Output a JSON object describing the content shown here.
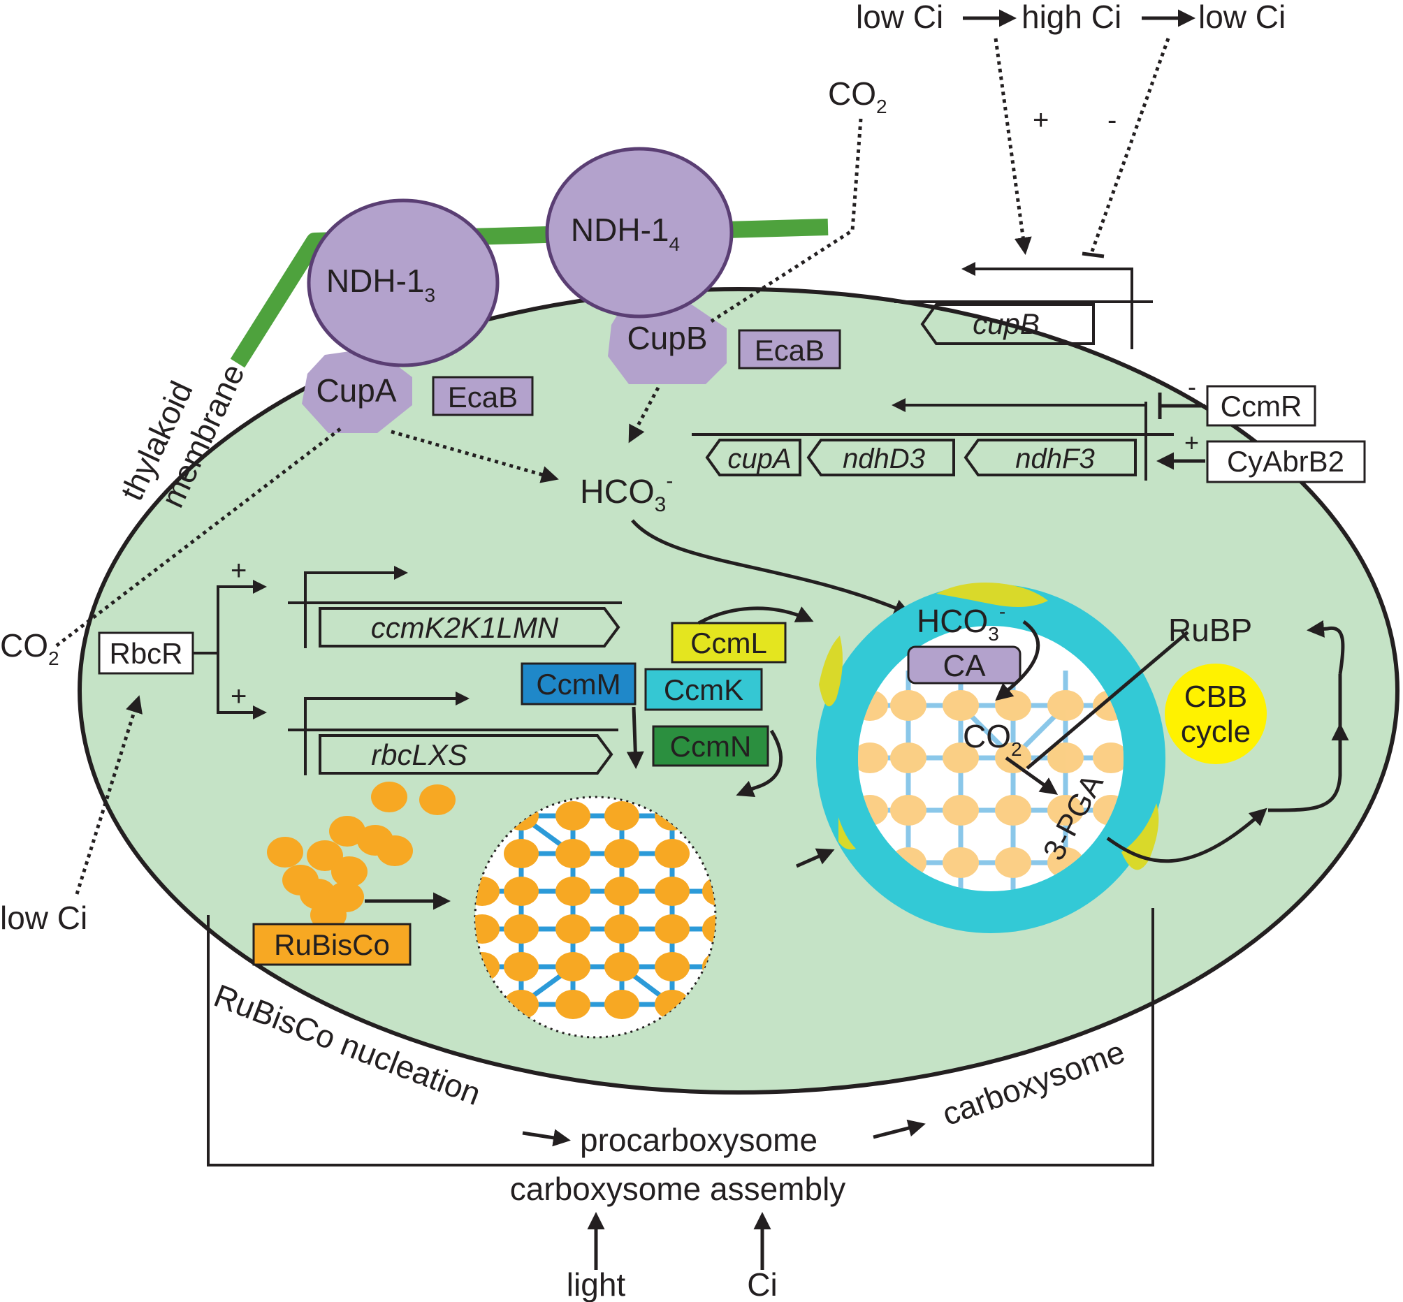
{
  "colors": {
    "cytoplasm": "#c5e3c6",
    "thylakoid": "#4ea23d",
    "ndh_complex": "#b3a2cc",
    "ndh_outline": "#5a3e73",
    "rubisco": "#f7a823",
    "rubisco_light": "#fbd9a0",
    "linker": "#2b9ad8",
    "shell_cyan": "#33c9d6",
    "shell_yellow": "#d9d92a",
    "ccmL": "#e4e51f",
    "ccmK": "#35c7d3",
    "ccmM": "#1f88c9",
    "ccmN": "#2b8f3f",
    "cbb": "#fff200"
  },
  "top_regulation": {
    "low_ci_1": "low Ci",
    "high_ci": "high Ci",
    "low_ci_2": "low Ci",
    "plus": "+",
    "minus": "-"
  },
  "membrane": {
    "line1": "thylakoid",
    "line2": "membrane"
  },
  "complexes": {
    "ndh13_base": "NDH-1",
    "ndh13_sub": "3",
    "ndh14_base": "NDH-1",
    "ndh14_sub": "4",
    "cupA": "CupA",
    "cupB": "CupB",
    "ecaB_1": "EcaB",
    "ecaB_2": "EcaB"
  },
  "molecules": {
    "co2_top_base": "CO",
    "co2_top_sub": "2",
    "co2_left_base": "CO",
    "co2_left_sub": "2",
    "hco3_base": "HCO",
    "hco3_sub": "3",
    "hco3_sup": "-",
    "low_ci_left": "low Ci"
  },
  "genes": {
    "cupB": "cupB",
    "cupA": "cupA",
    "ndhD3": "ndhD3",
    "ndhF3": "ndhF3",
    "ccmK2K1LMN": "ccmK2K1LMN",
    "rbcLXS": "rbcLXS"
  },
  "regulators": {
    "ccmR": "CcmR",
    "ccmR_sign": "-",
    "cyAbrB2": "CyAbrB2",
    "cyAbrB2_sign": "+",
    "rbcR": "RbcR",
    "rbcR_plus_1": "+",
    "rbcR_plus_2": "+"
  },
  "proteins": {
    "ccmL": "CcmL",
    "ccmM": "CcmM",
    "ccmK": "CcmK",
    "ccmN": "CcmN",
    "rubisco": "RuBisCo"
  },
  "carboxysome": {
    "hco3_base": "HCO",
    "hco3_sub": "3",
    "hco3_sup": "-",
    "ca": "CA",
    "co2_base": "CO",
    "co2_sub": "2",
    "pga": "3-PGA",
    "rubp": "RuBP",
    "cbb_line1": "CBB",
    "cbb_line2": "cycle"
  },
  "assembly": {
    "stage1": "RuBisCo nucleation",
    "stage2": "procarboxysome",
    "stage3": "carboxysome",
    "title": "carboxysome assembly",
    "input_light": "light",
    "input_ci": "Ci"
  }
}
